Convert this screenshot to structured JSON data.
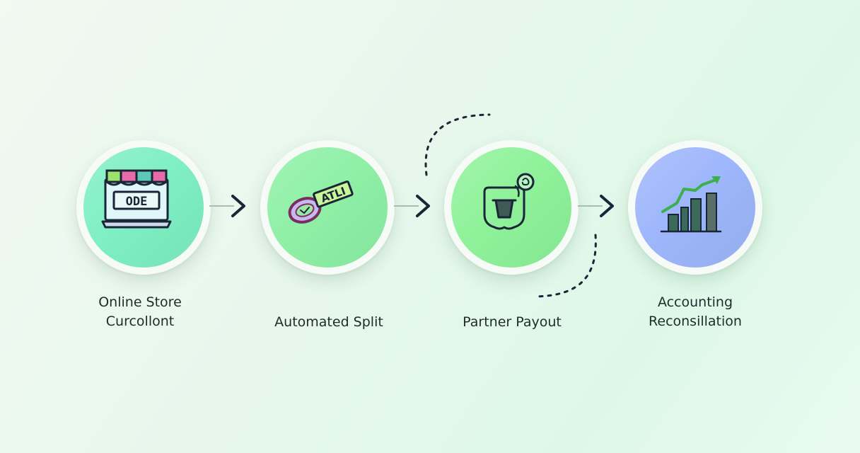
{
  "steps": [
    {
      "label": "Online Store\nCurcollont",
      "icon": "storefront-laptop-icon",
      "sign_text": "ODE",
      "disc_color": "#7fefc4",
      "awning_colors": [
        "#9be36b",
        "#e86aa8",
        "#5fc7b8",
        "#e86aa8"
      ]
    },
    {
      "label": "Automated Split",
      "icon": "split-tag-icon",
      "tag_text": "ATLI",
      "disc_color": "#8ff0a6",
      "tag_color": "#c8f79a",
      "stroke_color": "#7a2e5f"
    },
    {
      "label": "Partner Payout",
      "icon": "wallet-payout-icon",
      "disc_color": "#8ff29a"
    },
    {
      "label": "Accounting\nReconsillation",
      "icon": "growth-chart-icon",
      "disc_color": "#9eb6fb",
      "arrow_color": "#3bb04c",
      "bar_colors": [
        "#3c6a5a",
        "#3c6a5a",
        "#5a6e6a"
      ]
    }
  ],
  "colors": {
    "ink": "#1b2538",
    "connector_line": "#a7bdb1",
    "label_text": "#1f2b2c"
  }
}
